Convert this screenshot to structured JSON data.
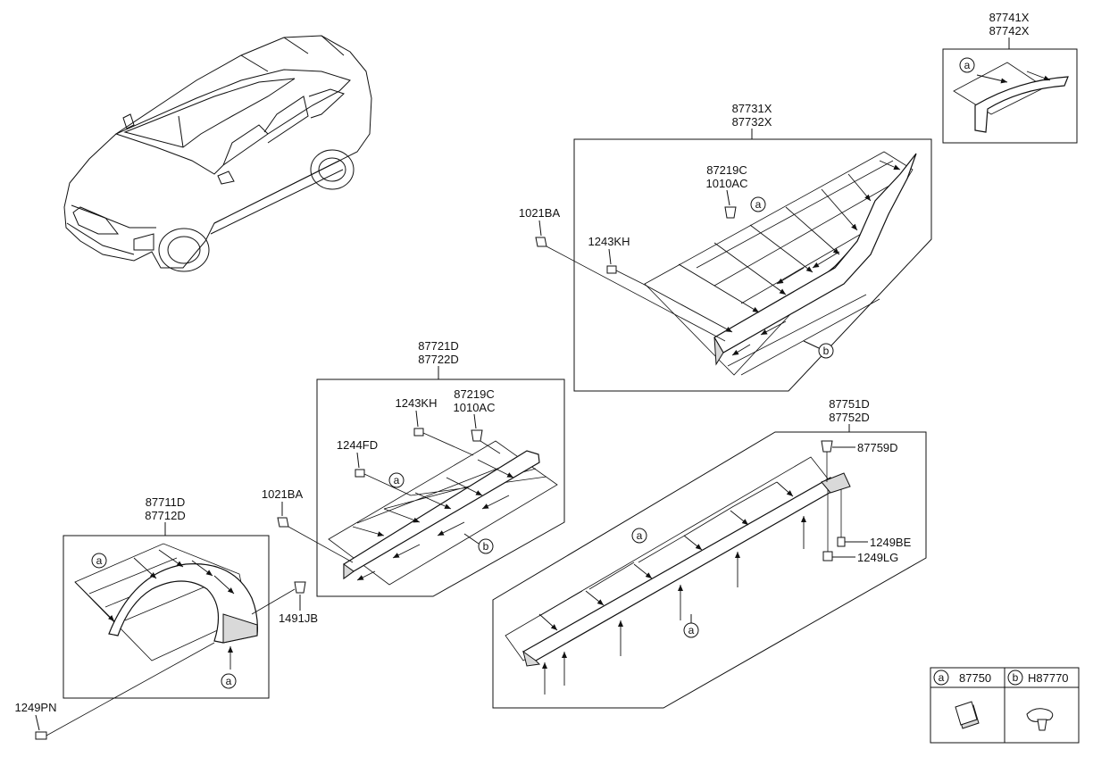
{
  "groups": {
    "g87741": {
      "line1": "87741X",
      "line2": "87742X",
      "callout": "a"
    },
    "g87731": {
      "line1": "87731X",
      "line2": "87732X",
      "clip_line1": "87219C",
      "clip_line2": "1010AC",
      "callout_a": "a",
      "callout_b": "b"
    },
    "g87721": {
      "line1": "87721D",
      "line2": "87722D",
      "clip_line1": "87219C",
      "clip_line2": "1010AC",
      "callout_a": "a",
      "callout_b": "b"
    },
    "g87711": {
      "line1": "87711D",
      "line2": "87712D",
      "callout_a": "a",
      "callout_a2": "a"
    },
    "g87751": {
      "line1": "87751D",
      "line2": "87752D",
      "callout_a": "a",
      "callout_a2": "a"
    }
  },
  "fasteners": {
    "nut_upper": "1021BA",
    "bolt_upper": "1243KH",
    "bolt_mid": "1243KH",
    "screw_mid": "1244FD",
    "nut_mid": "1021BA",
    "clip_1491": "1491JB",
    "screw_1249pn": "1249PN",
    "clip_87759": "87759D",
    "bolt_1249be": "1249BE",
    "bolt_1249lg": "1249LG"
  },
  "legend": {
    "a_letter": "a",
    "a_part": "87750",
    "b_letter": "b",
    "b_part": "H87770"
  }
}
